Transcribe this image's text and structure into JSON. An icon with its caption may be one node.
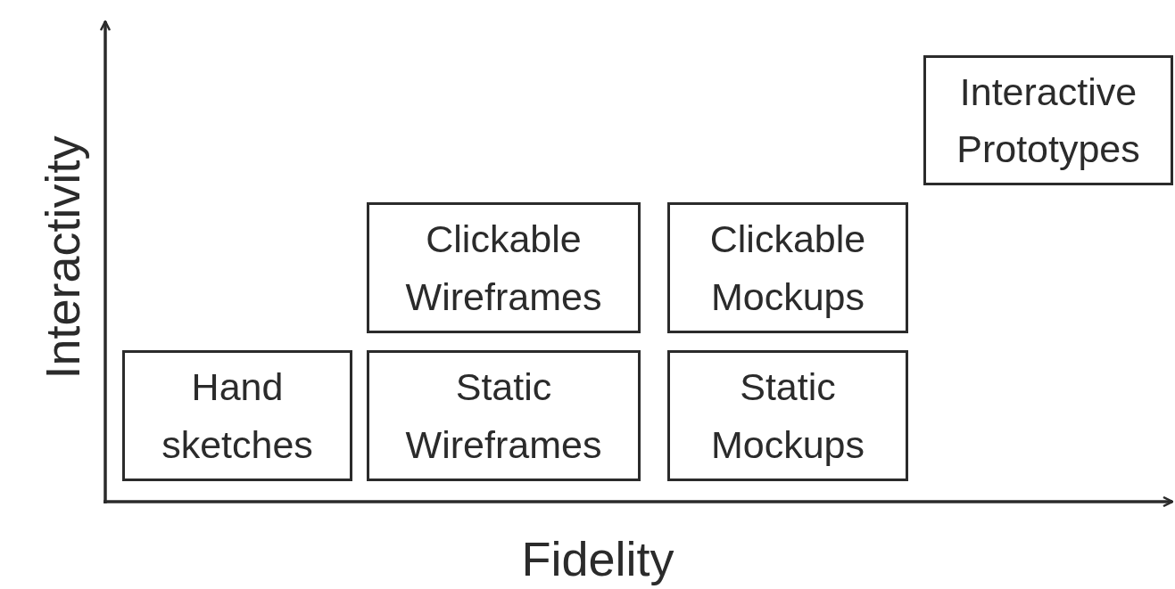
{
  "diagram": {
    "nodes": [
      {
        "text": [
          "Interactive Prototypes"
        ]
      },
      {
        "text": [
          "Clickable Wireframes"
        ]
      },
      {
        "text": [
          "Clickable Mockups"
        ]
      },
      {
        "text": [
          "Hand sketches"
        ]
      },
      {
        "text": [
          "Static Wireframes"
        ]
      },
      {
        "text": [
          "Static Mockups"
        ]
      }
    ],
    "labels": [
      "Interactivity",
      "Fidelity"
    ]
  }
}
